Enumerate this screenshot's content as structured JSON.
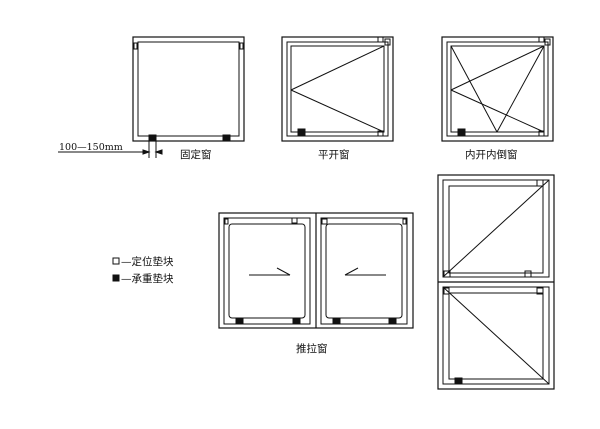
{
  "labels": {
    "fixed_window": "固定窗",
    "casement_window": "平开窗",
    "tilt_turn_window": "内开内倒窗",
    "sliding_window": "推拉窗",
    "dimension": "100—150mm"
  },
  "legend": {
    "positioning_block": "—定位垫块",
    "bearing_block": "—承重垫块"
  }
}
